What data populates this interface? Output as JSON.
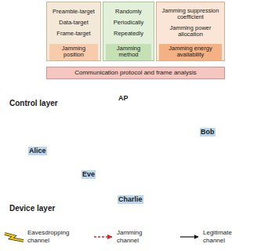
{
  "diagram": {
    "nodes": [
      {
        "text": [
          "Control layer"
        ]
      },
      {
        "text": [
          "Preamble-target",
          "Data-target",
          "Frame-target"
        ],
        "in": 0
      },
      {
        "text": [
          "Jamming position"
        ],
        "in": 1
      },
      {
        "text": [
          "Randomly",
          "Periodically",
          "Repeatedly"
        ],
        "in": 0
      },
      {
        "text": [
          "Jamming method"
        ],
        "in": 3
      },
      {
        "text": [
          "Jamming suppression coefficient",
          "Jamming power allocation"
        ],
        "in": 0
      },
      {
        "text": [
          "Jamming energy availability"
        ],
        "in": 5
      },
      {
        "text": [
          "Communication protocol and frame analysis"
        ],
        "in": 0
      },
      {
        "text": [
          "Device layer"
        ]
      }
    ],
    "edges": [
      {
        "from": 7,
        "to": 2,
        "arrow": "to"
      },
      {
        "from": 7,
        "to": 4,
        "arrow": "to"
      },
      {
        "from": 7,
        "to": 6,
        "arrow": "to"
      }
    ],
    "labels": [
      "AP",
      "Alice",
      "Bob",
      "Eve",
      "Charlie"
    ],
    "legend": [
      {
        "text": "Eavesdropping channel"
      },
      {
        "text": "Jamming channel"
      },
      {
        "text": "Legitimate channel"
      }
    ]
  }
}
